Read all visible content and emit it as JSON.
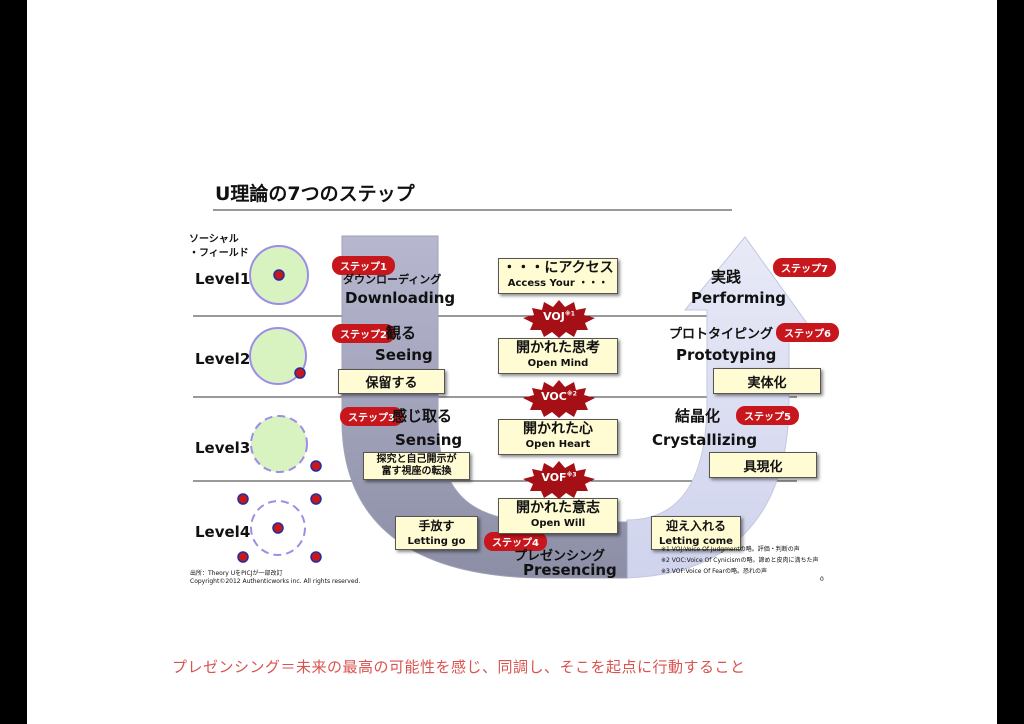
{
  "title": "U理論の7つのステップ",
  "social_field_label": "ソーシャル\n・フィールド",
  "levels": [
    "Level1",
    "Level2",
    "Level3",
    "Level4"
  ],
  "steps": [
    {
      "badge": "ステップ1",
      "jp": "ダウンローディング",
      "en": "Downloading"
    },
    {
      "badge": "ステップ2",
      "jp": "観る",
      "en": "Seeing"
    },
    {
      "badge": "ステップ3",
      "jp": "感じ取る",
      "en": "Sensing"
    },
    {
      "badge": "ステップ4",
      "jp": "プレゼンシング",
      "en": "Presencing"
    },
    {
      "badge": "ステップ5",
      "jp": "結晶化",
      "en": "Crystallizing"
    },
    {
      "badge": "ステップ6",
      "jp": "プロトタイピング",
      "en": "Prototyping"
    },
    {
      "badge": "ステップ7",
      "jp": "実践",
      "en": "Performing"
    }
  ],
  "center_boxes": [
    {
      "jp": "・・・にアクセス",
      "en": "Access Your ・・・"
    },
    {
      "jp": "開かれた思考",
      "en": "Open Mind"
    },
    {
      "jp": "開かれた心",
      "en": "Open Heart"
    },
    {
      "jp": "開かれた意志",
      "en": "Open Will"
    }
  ],
  "voices": [
    {
      "label": "VOJ",
      "sup": "※1"
    },
    {
      "label": "VOC",
      "sup": "※2"
    },
    {
      "label": "VOF",
      "sup": "※3"
    }
  ],
  "side_boxes": {
    "hold": "保留する",
    "redirect": "探究と自己開示が\n富す視座の転換",
    "letting_go": {
      "jp": "手放す",
      "en": "Letting go"
    },
    "letting_come": {
      "jp": "迎え入れる",
      "en": "Letting come"
    },
    "embody": "実体化",
    "enact": "具現化"
  },
  "notes": [
    "※1 VOJ:Voice Of Judgmentの略。評価・判断の声",
    "※2 VOC:Voice Of Cynicismの略。諦めと皮肉に満ちた声",
    "※3 VOF:Voice Of Fearの略。恐れの声"
  ],
  "source": "出所：Theory UをPICJが一部改訂",
  "copyright": "Copyright©2012 Authenticworks inc. All rights reserved.",
  "page_number": "0",
  "caption": "プレゼンシング＝未来の最高の可能性を感じ、同調し、そこを起点に行動すること",
  "colors": {
    "badge": "#c8161d",
    "box_fill": "#fffbd2",
    "circle_fill": "#d8f3c0",
    "circle_stroke": "#9a8ee8",
    "dot": "#1f2fa0",
    "caption": "#d9534f"
  }
}
